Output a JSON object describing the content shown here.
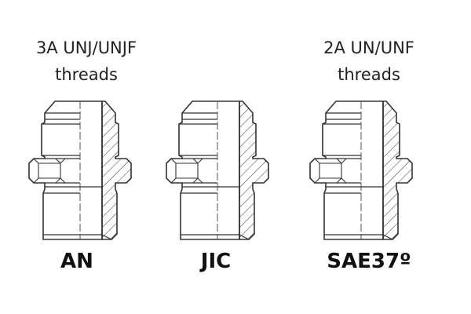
{
  "annotations": [
    {
      "line1": "3A UNJ/UNJF",
      "line2": "threads"
    },
    {
      "line1": "2A UN/UNF",
      "line2": "threads"
    }
  ],
  "fittings": [
    {
      "label": "AN"
    },
    {
      "label": "JIC"
    },
    {
      "label": "SAE37º"
    }
  ],
  "colors": {
    "line": "#333333",
    "background": "#ffffff"
  }
}
